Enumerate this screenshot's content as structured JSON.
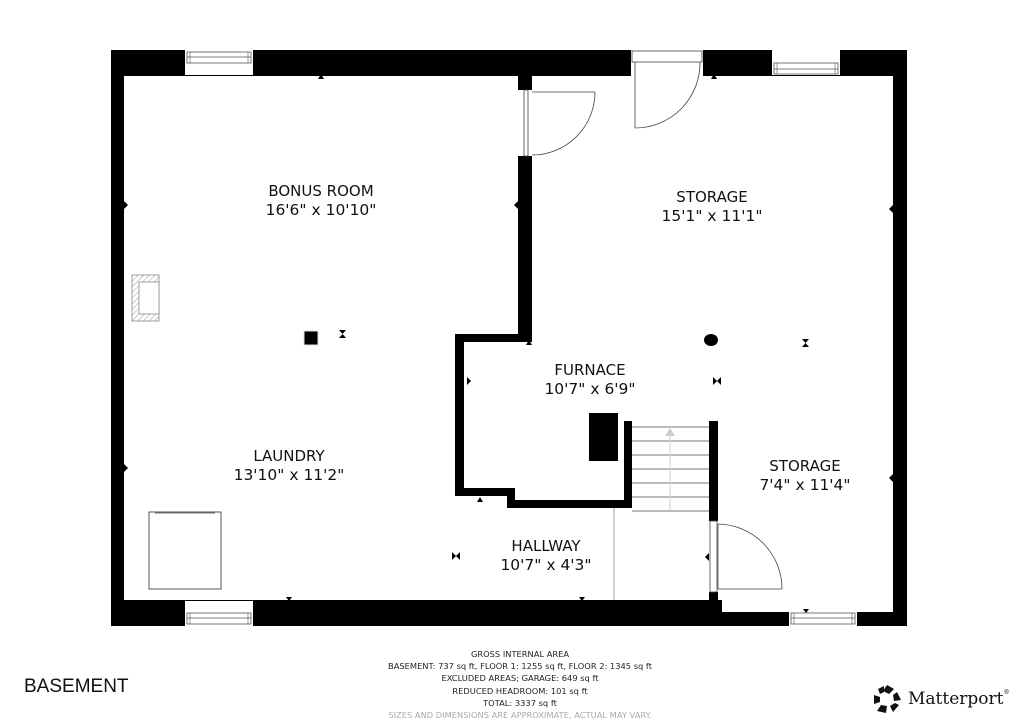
{
  "plan": {
    "floor_name": "BASEMENT",
    "rooms": [
      {
        "id": "bonus-room",
        "name": "BONUS ROOM",
        "dimensions": "16'6\" x 10'10\""
      },
      {
        "id": "storage-main",
        "name": "STORAGE",
        "dimensions": "15'1\" x 11'1\""
      },
      {
        "id": "furnace",
        "name": "FURNACE",
        "dimensions": "10'7\" x 6'9\""
      },
      {
        "id": "laundry",
        "name": "LAUNDRY",
        "dimensions": "13'10\" x 11'2\""
      },
      {
        "id": "storage-small",
        "name": "STORAGE",
        "dimensions": "7'4\" x 11'4\""
      },
      {
        "id": "hallway",
        "name": "HALLWAY",
        "dimensions": "10'7\" x 4'3\""
      }
    ]
  },
  "area_summary": {
    "title": "GROSS INTERNAL AREA",
    "line1": "BASEMENT: 737 sq ft, FLOOR 1: 1255 sq ft, FLOOR 2: 1345 sq ft",
    "line2": "EXCLUDED AREAS; GARAGE: 649 sq ft",
    "line3": "REDUCED HEADROOM: 101 sq ft",
    "line4": "TOTAL: 3337 sq ft",
    "disclaimer": "SIZES AND DIMENSIONS ARE APPROXIMATE, ACTUAL MAY VARY."
  },
  "brand": {
    "name": "Matterport",
    "mark": "®",
    "icon": "matterport-logo-icon"
  },
  "colors": {
    "wall": "#000000",
    "background": "#ffffff",
    "disclaimer": "#aaaaaa"
  }
}
